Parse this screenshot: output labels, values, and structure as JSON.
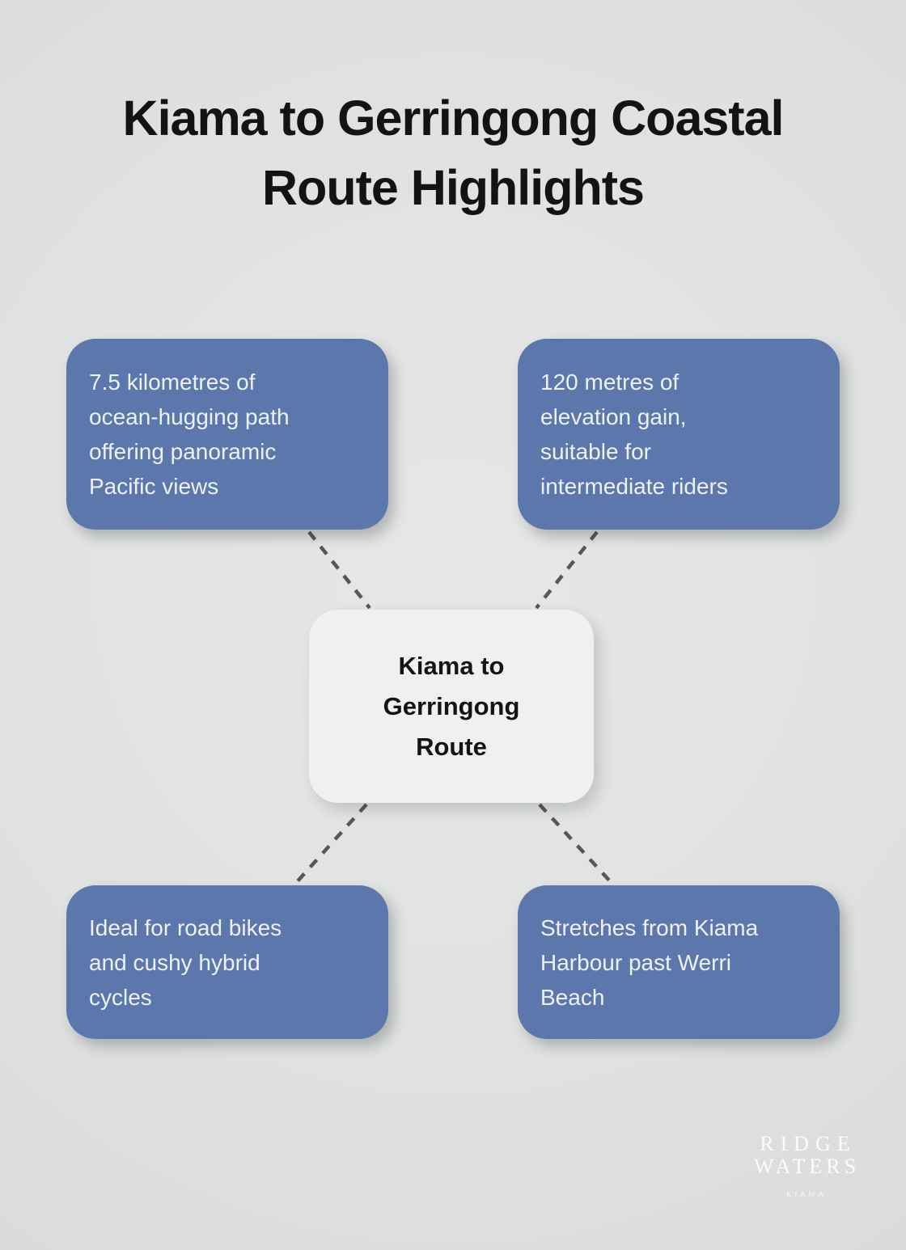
{
  "page": {
    "title": "Kiama to Gerringong Coastal\nRoute Highlights"
  },
  "diagram": {
    "type": "mind-map",
    "center": {
      "label": "Kiama to\nGerringong\nRoute"
    },
    "nodes": [
      {
        "position": "top-left",
        "text": "7.5 kilometres of\nocean-hugging path\noffering panoramic\nPacific views"
      },
      {
        "position": "top-right",
        "text": "120 metres of\nelevation gain,\nsuitable for\nintermediate riders"
      },
      {
        "position": "bottom-left",
        "text": "Ideal for road bikes\nand cushy hybrid\ncycles"
      },
      {
        "position": "bottom-right",
        "text": "Stretches from Kiama\nHarbour past Werri\nBeach"
      }
    ],
    "connector_style": "dashed"
  },
  "colors": {
    "background": "#e0e2e1",
    "node_blue": "#5b77ac",
    "node_text": "#eef1f6",
    "center_node_bg": "#eff0f2",
    "center_node_text": "#141414",
    "title_text": "#131313",
    "connector": "#55575a",
    "logo_text": "#fbfcfb"
  },
  "logo": {
    "line1": "RIDGE",
    "line2": "WATERS",
    "tagline": "KIAMA"
  }
}
